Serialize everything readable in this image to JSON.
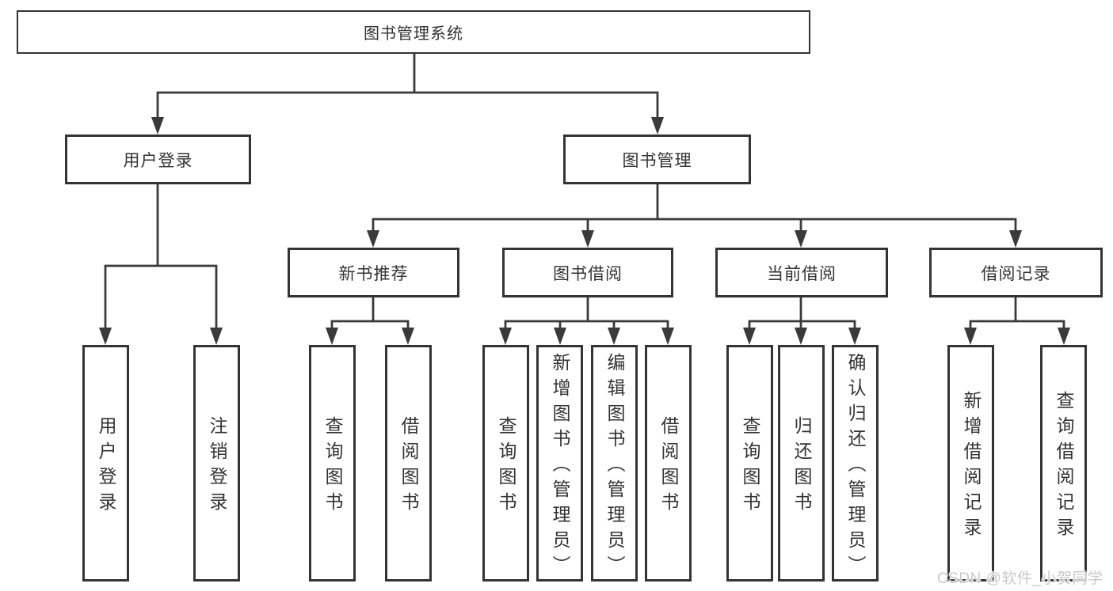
{
  "tree": {
    "root": "图书管理系统",
    "branches": [
      {
        "label": "用户登录",
        "children": [
          "用户登录",
          "注销登录"
        ]
      },
      {
        "label": "图书管理",
        "groups": [
          {
            "label": "新书推荐",
            "children": [
              "查询图书",
              "借阅图书"
            ]
          },
          {
            "label": "图书借阅",
            "children": [
              "查询图书",
              "新增图书（管理员）",
              "编辑图书（管理员）",
              "借阅图书"
            ]
          },
          {
            "label": "当前借阅",
            "children": [
              "查询图书",
              "归还图书",
              "确认归还（管理员）"
            ]
          },
          {
            "label": "借阅记录",
            "children": [
              "新增借阅记录",
              "查询借阅记录"
            ]
          }
        ]
      }
    ]
  },
  "watermark": "CSDN @软件_小贺同学",
  "colors": {
    "line": "#3a3a3a",
    "box_border": "#343434",
    "text": "#333333",
    "watermark": "#c9c9c9",
    "background": "#ffffff"
  }
}
